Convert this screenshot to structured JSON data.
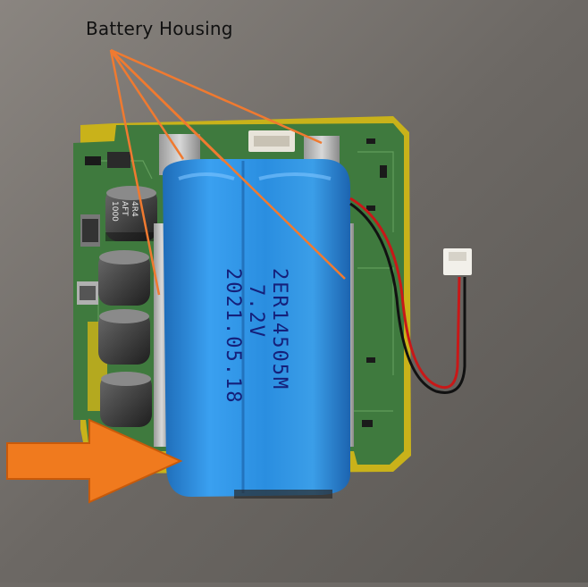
{
  "annotation": {
    "label": "Battery Housing"
  },
  "battery": {
    "model": "2ER14505M",
    "voltage": "7.2V",
    "date": "2021.05.18"
  },
  "capacitors": {
    "value": "1000",
    "series": "AFT",
    "rating": "4R4"
  },
  "colors": {
    "background": "#6e6a66",
    "pcb": "#3f7a3e",
    "battery": "#2a8ee0",
    "annotation_lines": "#f07a30",
    "arrow": "#f07a1e"
  }
}
